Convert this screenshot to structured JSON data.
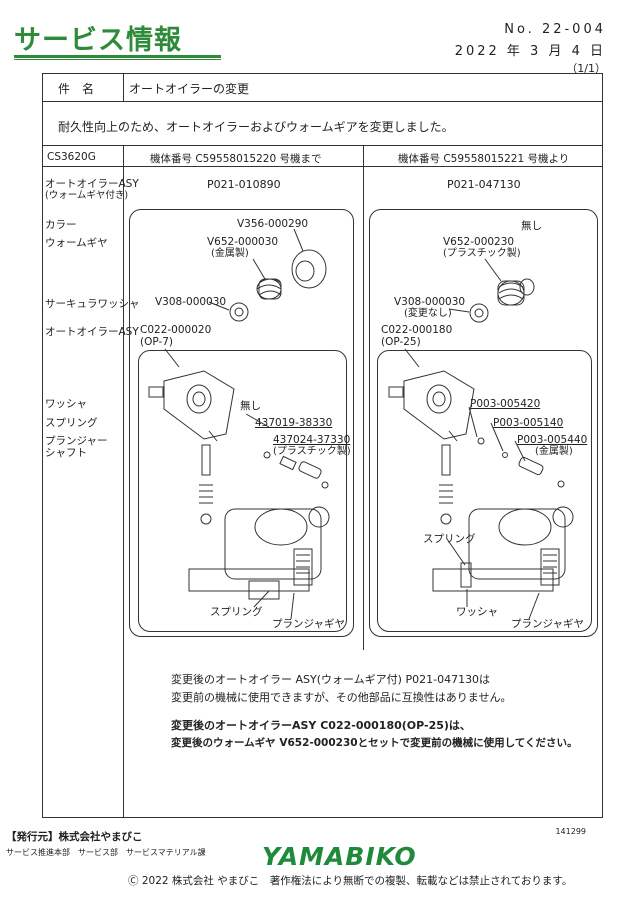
{
  "header": {
    "title": "サービス情報",
    "doc_number": "No. 22-004",
    "date": "2022 年 3 月 4 日",
    "page": "（1/1）"
  },
  "subject": {
    "label": "件　名",
    "value": "オートオイラーの変更"
  },
  "summary": "耐久性向上のため、オートオイラーおよびウォームギアを変更しました。",
  "table_header": {
    "model": "CS3620G",
    "before": "機体番号 C59558015220 号機まで",
    "after": "機体番号 C59558015221 号機より"
  },
  "row_labels": {
    "assy": "オートオイラーASY",
    "assy_sub": "(ウォームギヤ付き)",
    "collar": "カラー",
    "worm_gear": "ウォームギヤ",
    "circlip": "サーキュラワッシャ",
    "oiler_assy": "オートオイラーASY",
    "washer": "ワッシャ",
    "spring": "スプリング",
    "plunger_1": "プランジャー",
    "plunger_2": "シャフト"
  },
  "before": {
    "assy_part": "P021-010890",
    "collar_part": "V356-000290",
    "worm_part": "V652-000030",
    "worm_note": "(金属製)",
    "circlip_part": "V308-000030",
    "oiler_part": "C022-000020",
    "oiler_op": "(OP-7)",
    "washer_note": "無し",
    "spring_part": "437019-38330",
    "plunger_part": "437024-37330",
    "plunger_note": "(プラスチック製)",
    "callout_spring": "スプリング",
    "callout_plunger": "プランジャギヤ"
  },
  "after": {
    "assy_part": "P021-047130",
    "collar_note": "無し",
    "worm_part": "V652-000230",
    "worm_note": "(プラスチック製)",
    "circlip_part": "V308-000030",
    "circlip_note": "(変更なし)",
    "oiler_part": "C022-000180",
    "oiler_op": "(OP-25)",
    "washer_part": "P003-005420",
    "spring_part": "P003-005140",
    "plunger_part": "P003-005440",
    "plunger_note": "(金属製)",
    "callout_spring": "スプリング",
    "callout_washer": "ワッシャ",
    "callout_plunger": "プランジャギヤ"
  },
  "notes": {
    "line1": "変更後のオートオイラー ASY(ウォームギア付) P021-047130は",
    "line2": "変更前の機械に使用できますが、その他部品に互換性はありません。",
    "line3": "変更後のオートオイラーASY C022-000180(OP-25)は、",
    "line4": "変更後のウォームギヤ V652-000230とセットで変更前の機械に使用してください。"
  },
  "footer": {
    "publisher": "【発行元】株式会社やまびこ",
    "department": "サービス推進本部　サービス部　サービスマテリアル課",
    "code": "141299",
    "logo": "YAMABIKO",
    "copyright": "Ⓒ 2022 株式会社 やまびこ　著作権法により無断での複製、転載などは禁止されております。"
  }
}
